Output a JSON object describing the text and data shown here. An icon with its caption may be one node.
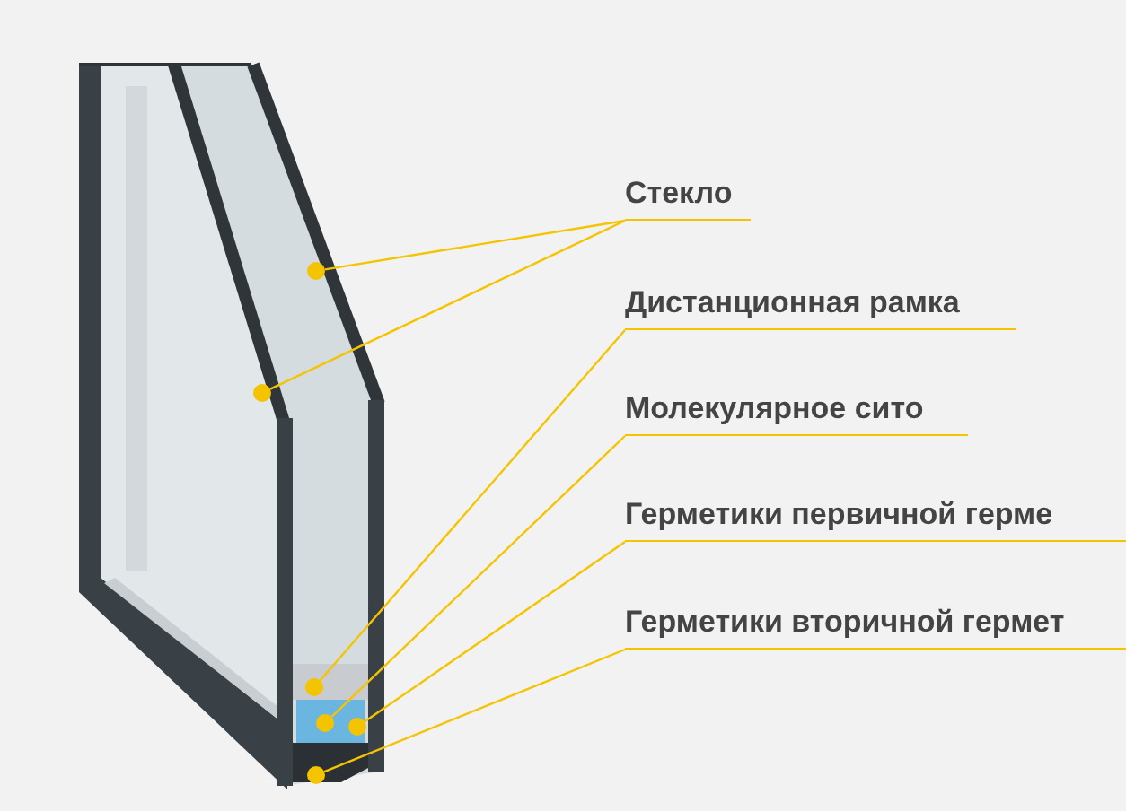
{
  "diagram": {
    "nodes": [
      {
        "text": [
          "Стекло"
        ]
      },
      {
        "text": [
          "Дистанционная рамка"
        ]
      },
      {
        "text": [
          "Молекулярное сито"
        ]
      },
      {
        "text": [
          "Герметики первичной герме"
        ]
      },
      {
        "text": [
          "Герметики вторичной гермет"
        ]
      },
      {
        "text": [],
        "shape": "circle"
      },
      {
        "text": [],
        "shape": "circle"
      },
      {
        "text": [],
        "shape": "circle"
      },
      {
        "text": [],
        "shape": "circle"
      },
      {
        "text": [],
        "shape": "circle"
      },
      {
        "text": [],
        "shape": "circle"
      }
    ],
    "edges": [
      {
        "from": 0,
        "to": 5,
        "arrow": "none"
      },
      {
        "from": 0,
        "to": 6,
        "arrow": "none"
      },
      {
        "from": 1,
        "to": 7,
        "arrow": "none"
      },
      {
        "from": 2,
        "to": 8,
        "arrow": "none"
      },
      {
        "from": 3,
        "to": 9,
        "arrow": "none"
      },
      {
        "from": 4,
        "to": 10,
        "arrow": "none"
      }
    ]
  }
}
